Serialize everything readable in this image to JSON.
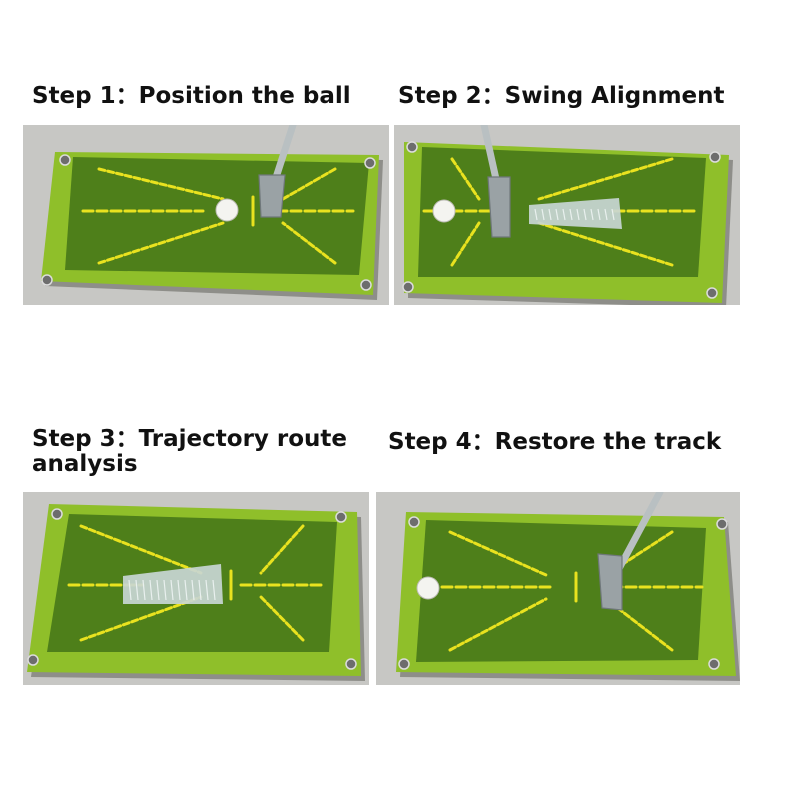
{
  "steps": [
    {
      "caption": "Step 1：Position the ball",
      "scene": "ball"
    },
    {
      "caption": "Step 2：Swing Alignment",
      "scene": "swing"
    },
    {
      "caption": "Step 3：Trajectory route\nanalysis",
      "scene": "trace"
    },
    {
      "caption": "Step 4：Restore the track",
      "scene": "restored"
    }
  ],
  "colors": {
    "background": "#c7c7c4",
    "border": "#8fbf2a",
    "field": "#4e7f1a",
    "marking": "#e9e21f",
    "swing_mark": "#c8d6d4",
    "grommet": "#6d6d6d",
    "ball": "#f4f4f0",
    "club": "#b9c0c2"
  }
}
